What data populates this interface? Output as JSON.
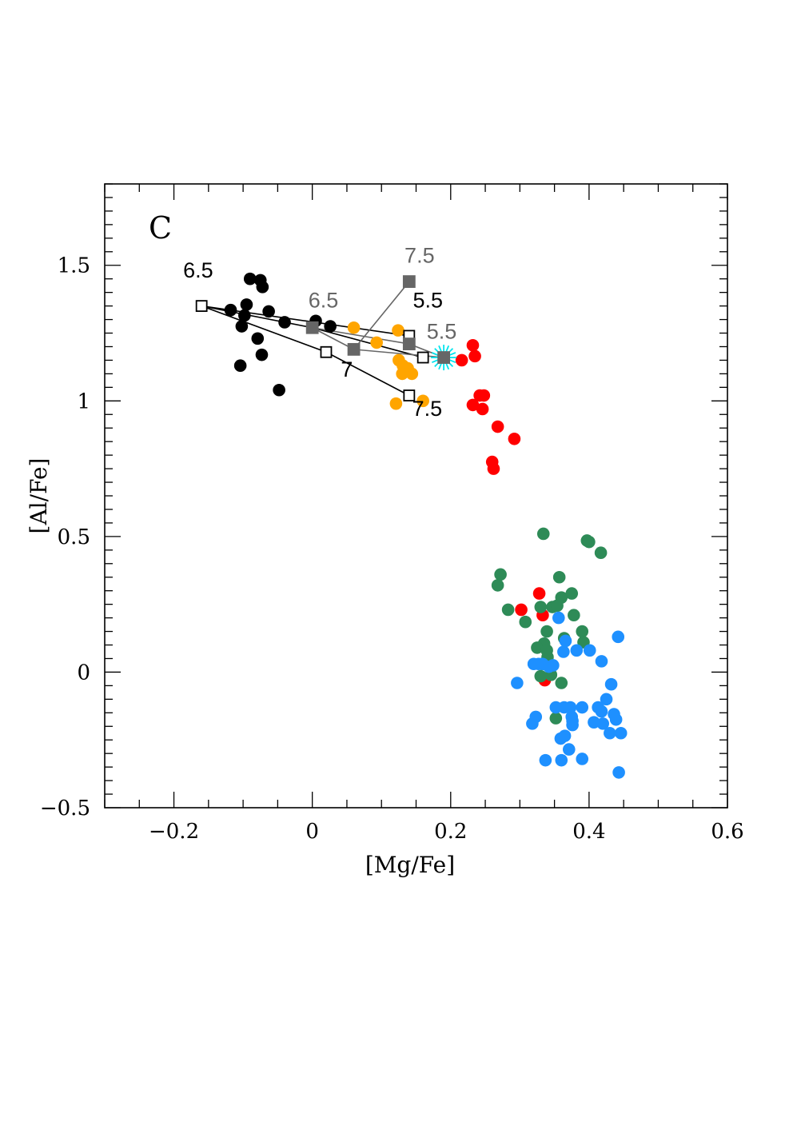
{
  "chart_data": {
    "type": "scatter",
    "panel_label": "C",
    "xlabel": "[Mg/Fe]",
    "ylabel": "[Al/Fe]",
    "xlim": [
      -0.3,
      0.6
    ],
    "ylim": [
      -0.5,
      1.8
    ],
    "x_ticks": [
      -0.2,
      0,
      0.2,
      0.4,
      0.6
    ],
    "x_tick_labels": [
      "−0.2",
      "0",
      "0.2",
      "0.4",
      "0.6"
    ],
    "y_ticks": [
      -0.5,
      0,
      0.5,
      1,
      1.5
    ],
    "y_tick_labels": [
      "−0.5",
      "0",
      "0.5",
      "1",
      "1.5"
    ],
    "colors": {
      "black": "#000000",
      "orange": "#ffa500",
      "red": "#ff0000",
      "green": "#2e8b57",
      "blue": "#1e90ff",
      "gray": "#666666",
      "cyan": "#00e5ee"
    },
    "series": [
      {
        "color": "black",
        "points": [
          [
            -0.09,
            1.45
          ],
          [
            -0.075,
            1.445
          ],
          [
            -0.072,
            1.42
          ],
          [
            -0.095,
            1.355
          ],
          [
            -0.118,
            1.335
          ],
          [
            -0.063,
            1.33
          ],
          [
            -0.098,
            1.315
          ],
          [
            -0.04,
            1.29
          ],
          [
            0.005,
            1.295
          ],
          [
            0.026,
            1.275
          ],
          [
            -0.102,
            1.275
          ],
          [
            -0.079,
            1.23
          ],
          [
            -0.073,
            1.17
          ],
          [
            -0.104,
            1.13
          ],
          [
            -0.048,
            1.04
          ]
        ]
      },
      {
        "color": "orange",
        "points": [
          [
            0.06,
            1.27
          ],
          [
            0.124,
            1.26
          ],
          [
            0.093,
            1.215
          ],
          [
            0.125,
            1.15
          ],
          [
            0.131,
            1.13
          ],
          [
            0.138,
            1.12
          ],
          [
            0.144,
            1.1
          ],
          [
            0.13,
            1.1
          ],
          [
            0.16,
            1.0
          ],
          [
            0.121,
            0.99
          ]
        ]
      },
      {
        "color": "red",
        "points": [
          [
            0.232,
            1.205
          ],
          [
            0.235,
            1.165
          ],
          [
            0.216,
            1.15
          ],
          [
            0.242,
            1.02
          ],
          [
            0.248,
            1.02
          ],
          [
            0.232,
            0.985
          ],
          [
            0.246,
            0.97
          ],
          [
            0.268,
            0.905
          ],
          [
            0.292,
            0.86
          ],
          [
            0.26,
            0.775
          ],
          [
            0.262,
            0.75
          ],
          [
            0.328,
            0.29
          ],
          [
            0.302,
            0.23
          ],
          [
            0.333,
            0.21
          ],
          [
            0.336,
            -0.03
          ]
        ]
      },
      {
        "color": "green",
        "points": [
          [
            0.334,
            0.51
          ],
          [
            0.397,
            0.485
          ],
          [
            0.4,
            0.48
          ],
          [
            0.417,
            0.44
          ],
          [
            0.272,
            0.36
          ],
          [
            0.357,
            0.35
          ],
          [
            0.268,
            0.32
          ],
          [
            0.375,
            0.29
          ],
          [
            0.36,
            0.275
          ],
          [
            0.347,
            0.24
          ],
          [
            0.33,
            0.24
          ],
          [
            0.354,
            0.245
          ],
          [
            0.283,
            0.23
          ],
          [
            0.378,
            0.21
          ],
          [
            0.308,
            0.185
          ],
          [
            0.339,
            0.15
          ],
          [
            0.39,
            0.15
          ],
          [
            0.364,
            0.125
          ],
          [
            0.335,
            0.105
          ],
          [
            0.392,
            0.11
          ],
          [
            0.325,
            0.09
          ],
          [
            0.339,
            0.08
          ],
          [
            0.34,
            0.055
          ],
          [
            0.332,
            0.03
          ],
          [
            0.33,
            -0.015
          ],
          [
            0.345,
            -0.01
          ],
          [
            0.36,
            -0.04
          ],
          [
            0.352,
            -0.17
          ]
        ]
      },
      {
        "color": "blue",
        "points": [
          [
            0.356,
            0.2
          ],
          [
            0.442,
            0.13
          ],
          [
            0.366,
            0.115
          ],
          [
            0.382,
            0.08
          ],
          [
            0.401,
            0.08
          ],
          [
            0.363,
            0.075
          ],
          [
            0.418,
            0.04
          ],
          [
            0.32,
            0.03
          ],
          [
            0.327,
            0.03
          ],
          [
            0.333,
            0.03
          ],
          [
            0.348,
            0.025
          ],
          [
            0.342,
            0.02
          ],
          [
            0.296,
            -0.04
          ],
          [
            0.432,
            -0.045
          ],
          [
            0.425,
            -0.1
          ],
          [
            0.352,
            -0.13
          ],
          [
            0.364,
            -0.13
          ],
          [
            0.373,
            -0.13
          ],
          [
            0.39,
            -0.13
          ],
          [
            0.413,
            -0.13
          ],
          [
            0.418,
            -0.145
          ],
          [
            0.436,
            -0.155
          ],
          [
            0.323,
            -0.165
          ],
          [
            0.375,
            -0.165
          ],
          [
            0.439,
            -0.175
          ],
          [
            0.376,
            -0.18
          ],
          [
            0.407,
            -0.185
          ],
          [
            0.42,
            -0.19
          ],
          [
            0.318,
            -0.19
          ],
          [
            0.376,
            -0.195
          ],
          [
            0.43,
            -0.225
          ],
          [
            0.446,
            -0.225
          ],
          [
            0.365,
            -0.235
          ],
          [
            0.359,
            -0.245
          ],
          [
            0.371,
            -0.285
          ],
          [
            0.337,
            -0.325
          ],
          [
            0.36,
            -0.325
          ],
          [
            0.39,
            -0.32
          ],
          [
            0.443,
            -0.37
          ]
        ]
      }
    ],
    "model_tracks": [
      {
        "color": "black",
        "marker": "open-square",
        "lines": [
          [
            [
              -0.16,
              1.35
            ],
            [
              0.0,
              1.27
            ],
            [
              0.16,
              1.16
            ]
          ],
          [
            [
              -0.16,
              1.35
            ],
            [
              0.02,
              1.18
            ],
            [
              0.14,
              1.02
            ]
          ],
          [
            [
              -0.16,
              1.35
            ],
            [
              0.14,
              1.24
            ]
          ]
        ],
        "markers": [
          [
            -0.16,
            1.35
          ],
          [
            0.02,
            1.18
          ],
          [
            0.14,
            1.24
          ],
          [
            0.16,
            1.16
          ],
          [
            0.14,
            1.02
          ]
        ]
      },
      {
        "color": "gray",
        "marker": "filled-square",
        "lines": [
          [
            [
              0.0,
              1.27
            ],
            [
              0.06,
              1.19
            ],
            [
              0.14,
              1.44
            ]
          ],
          [
            [
              0.0,
              1.27
            ],
            [
              0.14,
              1.21
            ],
            [
              0.19,
              1.16
            ]
          ],
          [
            [
              0.06,
              1.19
            ],
            [
              0.19,
              1.16
            ]
          ]
        ],
        "markers": [
          [
            0.0,
            1.27
          ],
          [
            0.06,
            1.19
          ],
          [
            0.14,
            1.44
          ],
          [
            0.14,
            1.21
          ],
          [
            0.19,
            1.16
          ]
        ]
      }
    ],
    "reference_star": {
      "x": 0.19,
      "y": 1.16,
      "color": "cyan"
    },
    "annotations": [
      {
        "text": "6.5",
        "x": -0.165,
        "y": 1.455,
        "color": "black"
      },
      {
        "text": "6.5",
        "x": 0.016,
        "y": 1.345,
        "color": "gray"
      },
      {
        "text": "7.5",
        "x": 0.155,
        "y": 1.51,
        "color": "gray"
      },
      {
        "text": "5.5",
        "x": 0.167,
        "y": 1.345,
        "color": "black"
      },
      {
        "text": "5.5",
        "x": 0.187,
        "y": 1.23,
        "color": "gray"
      },
      {
        "text": "7",
        "x": 0.05,
        "y": 1.09,
        "color": "black"
      },
      {
        "text": "7.5",
        "x": 0.166,
        "y": 0.945,
        "color": "black"
      }
    ]
  }
}
